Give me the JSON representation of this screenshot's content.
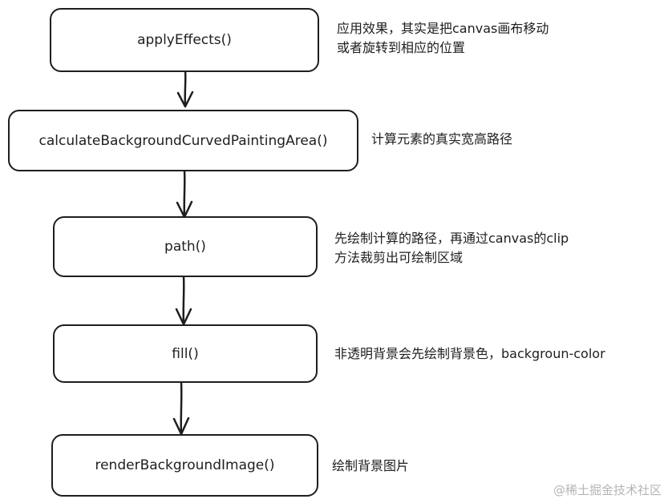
{
  "diagram": {
    "steps": [
      {
        "label": "applyEffects()",
        "note": [
          "应用效果，其实是把canvas画布移动",
          "或者旋转到相应的位置"
        ]
      },
      {
        "label": "calculateBackgroundCurvedPaintingArea()",
        "note": [
          "计算元素的真实宽高路径"
        ]
      },
      {
        "label": "path()",
        "note": [
          "先绘制计算的路径，再通过canvas的clip",
          "方法裁剪出可绘制区域"
        ]
      },
      {
        "label": "fill()",
        "note": [
          "非透明背景会先绘制背景色，backgroun-color"
        ]
      },
      {
        "label": "renderBackgroundImage()",
        "note": [
          "绘制背景图片"
        ]
      }
    ],
    "colors": {
      "stroke": "#1e1e1e",
      "background": "#ffffff",
      "watermark": "#b5b5b5"
    }
  },
  "watermark": "@稀土掘金技术社区"
}
